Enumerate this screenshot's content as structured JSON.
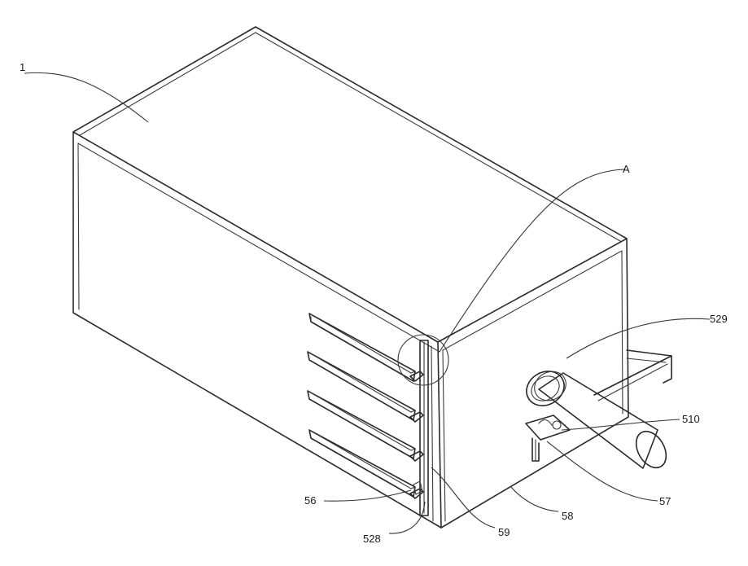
{
  "figure": {
    "labels": {
      "housing": "1",
      "detail": "A",
      "pipe": "529",
      "bracket": "510",
      "support": "57",
      "frame_edge": "58",
      "hinge": "59",
      "slat_bar": "528",
      "slat": "56"
    }
  }
}
